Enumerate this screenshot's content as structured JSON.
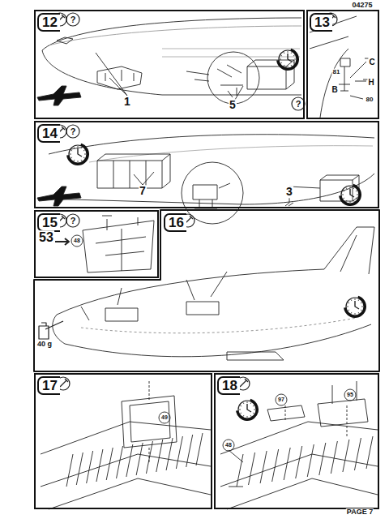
{
  "diagram": {
    "nodes": [
      {
        "text": [
          "12"
        ]
      },
      {
        "text": [
          "13"
        ]
      },
      {
        "text": [
          "14"
        ]
      },
      {
        "text": [
          "15"
        ]
      },
      {
        "text": [
          "16"
        ]
      },
      {
        "text": [
          "17"
        ]
      },
      {
        "text": [
          "18"
        ]
      }
    ],
    "labels": [
      "04275",
      "?",
      "1",
      "5",
      "?",
      "C",
      "81",
      "B",
      "H",
      "80",
      "?",
      "7",
      "3",
      "?",
      "53",
      "48",
      "40 g",
      "49",
      "97",
      "95",
      "48",
      "PAGE 7"
    ]
  }
}
